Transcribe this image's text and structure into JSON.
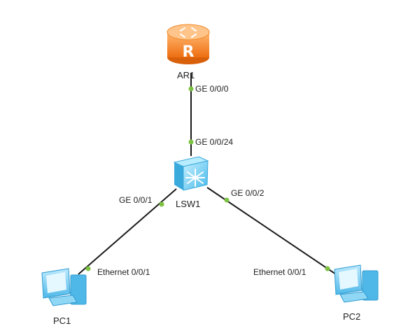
{
  "colors": {
    "link": "#1a1a1a",
    "port_dot": "#7dc242",
    "router": "#f07c1e",
    "router_light": "#ffb36a",
    "switch": "#5cc8f2",
    "pc": "#6ccdf2"
  },
  "devices": {
    "router": {
      "name": "AR1",
      "icon": "router-icon",
      "glyph": "R"
    },
    "switch": {
      "name": "LSW1",
      "icon": "switch-icon"
    },
    "pc1": {
      "name": "PC1",
      "icon": "pc-icon"
    },
    "pc2": {
      "name": "PC2",
      "icon": "pc-icon"
    }
  },
  "ports": {
    "ar1_ge000": "GE 0/0/0",
    "lsw1_ge0024": "GE 0/0/24",
    "lsw1_ge001": "GE 0/0/1",
    "lsw1_ge002": "GE 0/0/2",
    "pc1_eth001": "Ethernet 0/0/1",
    "pc2_eth001": "Ethernet 0/0/1"
  }
}
